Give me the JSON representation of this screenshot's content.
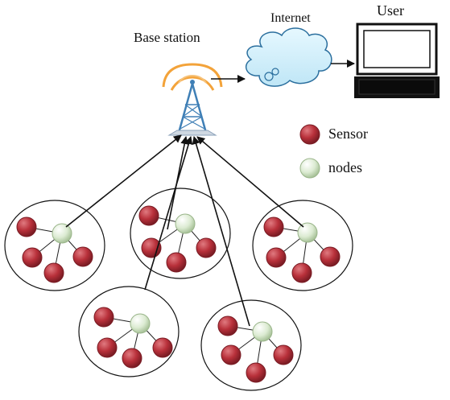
{
  "labels": {
    "base_station": "Base station",
    "internet": "Internet",
    "user": "User"
  },
  "legend": {
    "sensor_label": "Sensor",
    "nodes_label": "nodes"
  },
  "colors": {
    "sensor_node": "#b8303a",
    "sink_node": "#d9ead0",
    "cloud_fill": "#cfeefa",
    "cloud_stroke": "#2b6f9e",
    "tower": "#3f7fb6",
    "signal": "#f3a33a",
    "arrow": "#111111"
  },
  "clusters": [
    {
      "id": "cluster-1",
      "sensors": 4
    },
    {
      "id": "cluster-2",
      "sensors": 4
    },
    {
      "id": "cluster-3",
      "sensors": 4
    },
    {
      "id": "cluster-4",
      "sensors": 4
    },
    {
      "id": "cluster-5",
      "sensors": 4
    }
  ]
}
